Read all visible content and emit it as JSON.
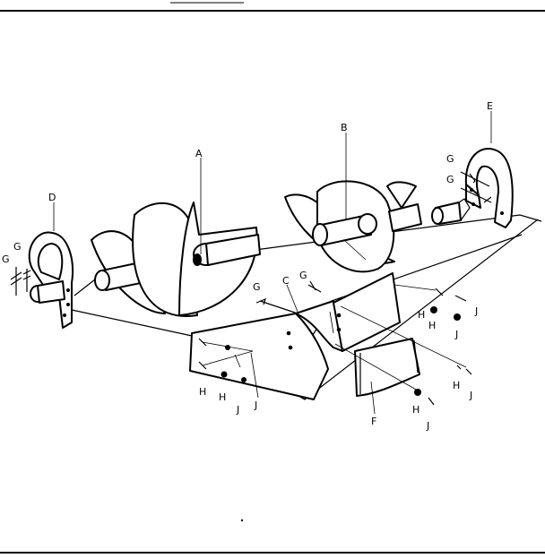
{
  "diagram": {
    "labels": {
      "A": "A",
      "B": "B",
      "C": "C",
      "D": "D",
      "E": "E",
      "F": "F",
      "G": "G",
      "H": "H",
      "J": "J"
    }
  }
}
